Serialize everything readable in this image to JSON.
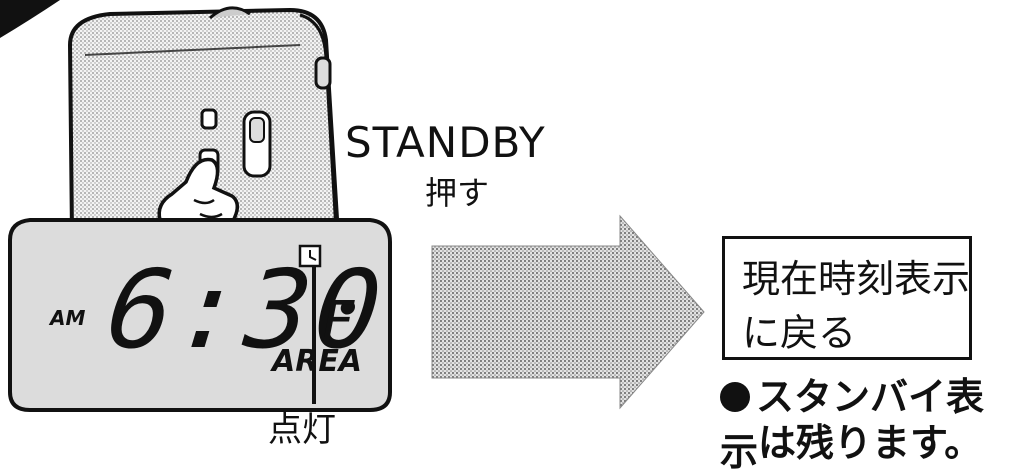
{
  "labels": {
    "standby": "STANDBY",
    "press": "押す",
    "lit": "点灯"
  },
  "lcd": {
    "meridiem": "AM",
    "time": "6:30",
    "band": "F",
    "area": "AREA"
  },
  "result": {
    "line1": "現在時刻表示",
    "line2": "に戻る"
  },
  "note": {
    "line1": "スタンバイ表示",
    "line2": "は残ります。"
  },
  "icons": [
    "finger-press-icon",
    "clock-icon",
    "right-arrow-icon"
  ],
  "colors": {
    "ink": "#111111",
    "screen": "#d9d9d9",
    "arrow": "#bdbdbd"
  }
}
